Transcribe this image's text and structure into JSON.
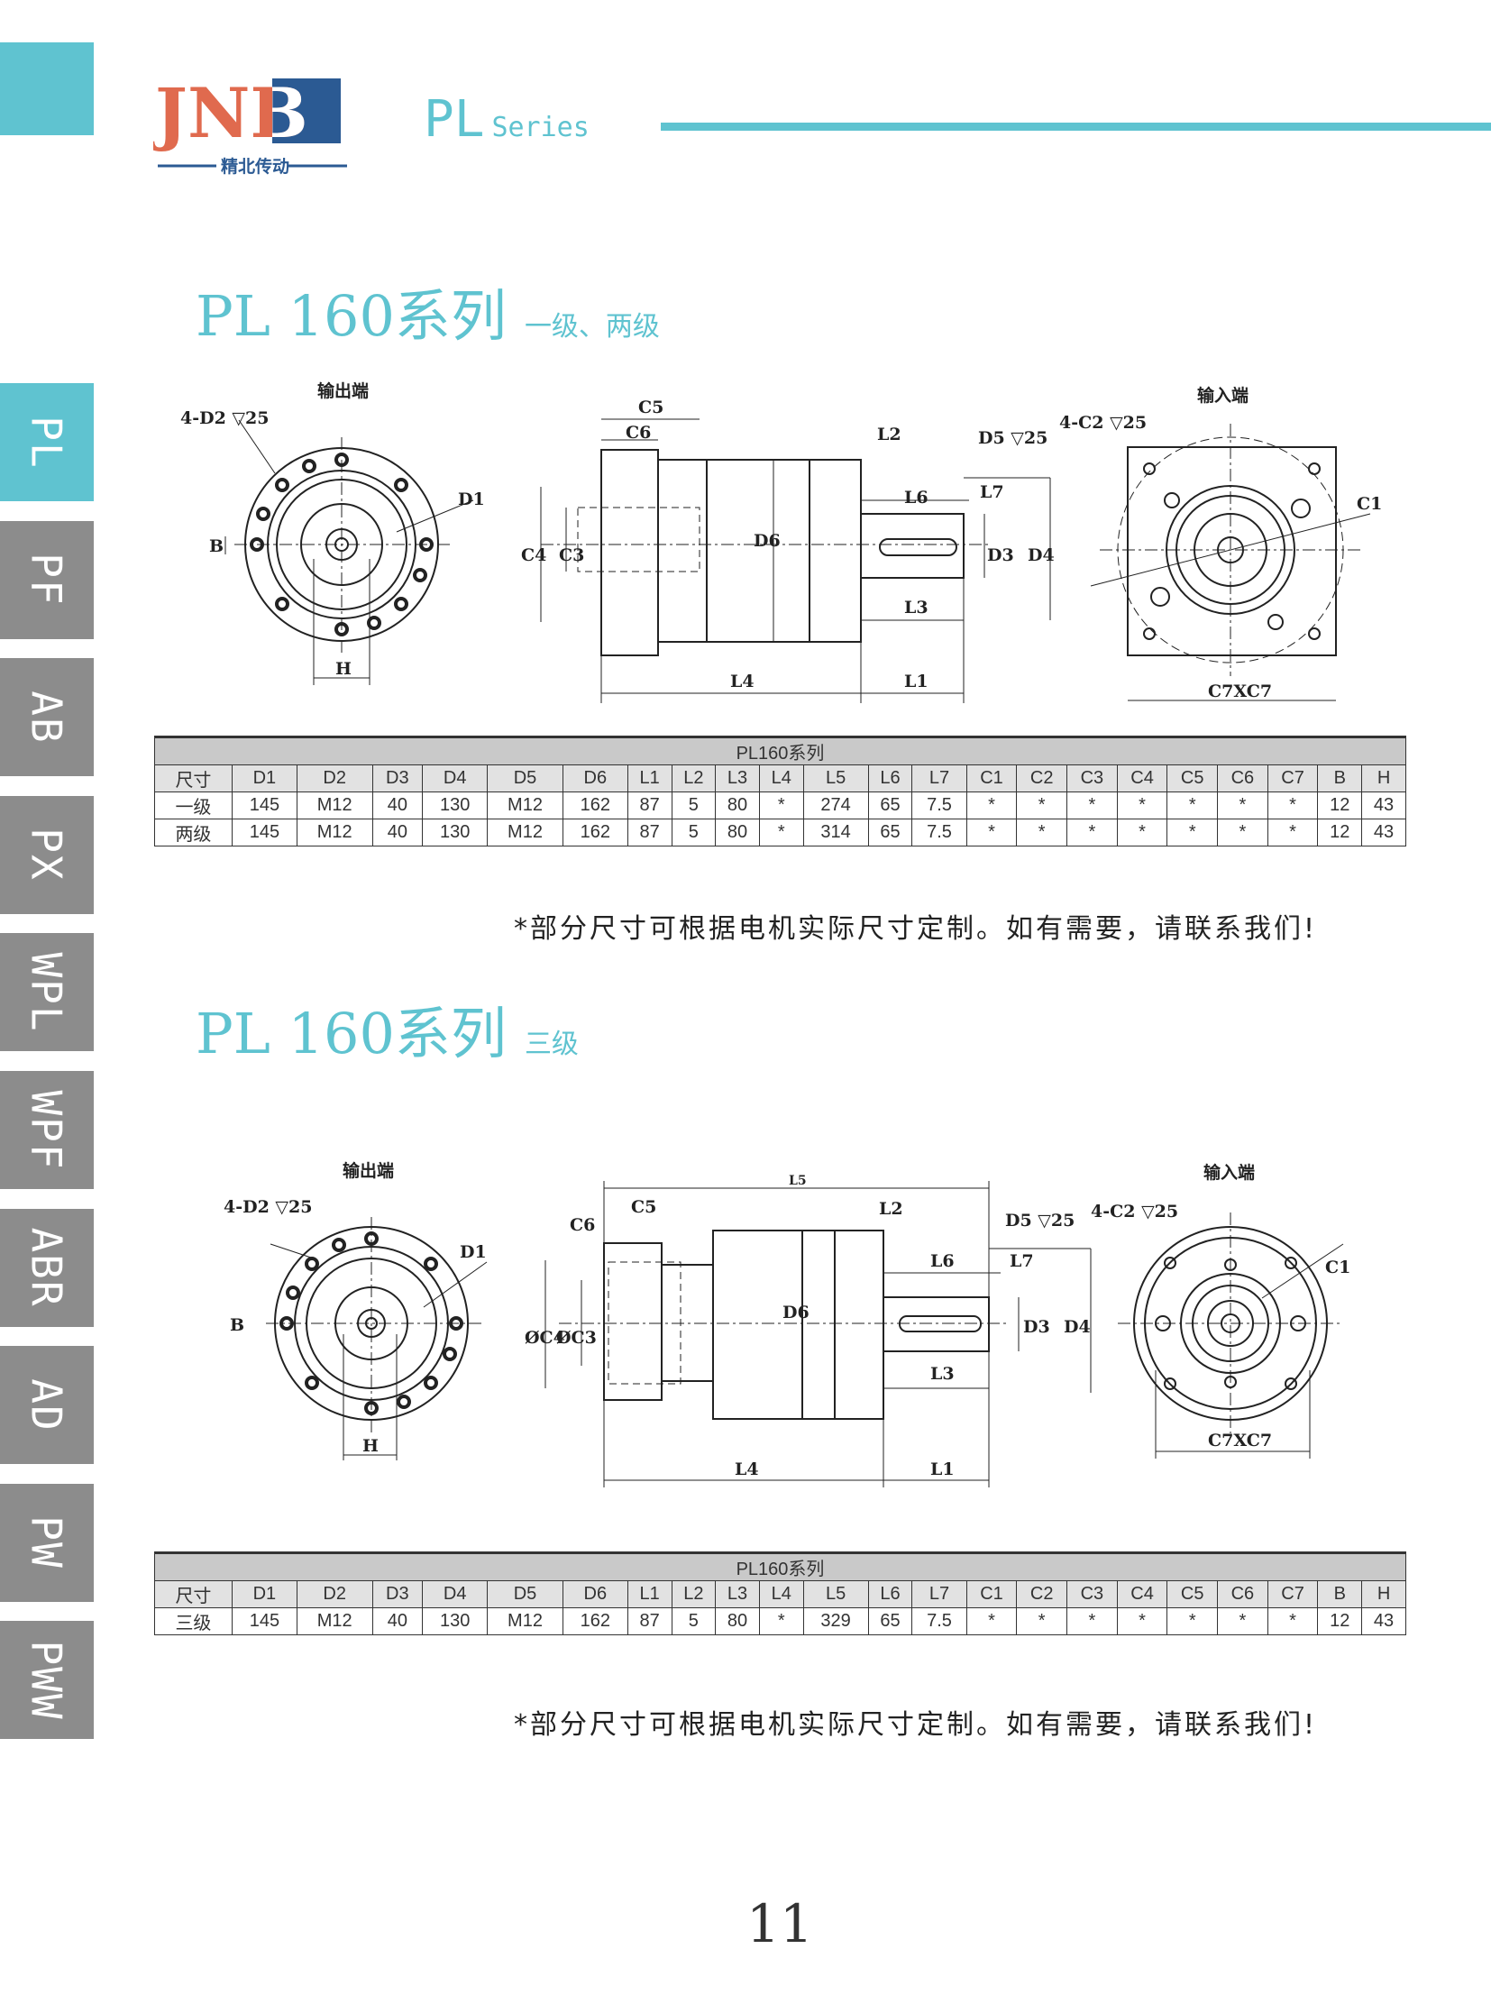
{
  "header": {
    "brand": "JNB",
    "brand_cn": "精北传动",
    "series_main": "PL",
    "series_sub": "Series",
    "accent": "#5fc3d0"
  },
  "side_tabs": [
    {
      "label": "PL",
      "active": true
    },
    {
      "label": "PF"
    },
    {
      "label": "AB"
    },
    {
      "label": "PX"
    },
    {
      "label": "WPL"
    },
    {
      "label": "WPF"
    },
    {
      "label": "ABR"
    },
    {
      "label": "AD"
    },
    {
      "label": "PW"
    },
    {
      "label": "PWW"
    }
  ],
  "section1": {
    "title": "PL 160系列",
    "subtitle": "一级、两级",
    "drawing": {
      "output_end": "输出端",
      "d2": "4-D2 ▽25",
      "d1": "D1",
      "b": "B",
      "h": "H",
      "c5": "C5",
      "c6": "C6",
      "l2": "L2",
      "d5": "D5 ▽25",
      "l6": "L6",
      "l7": "L7",
      "c4": "C4",
      "c3": "C3",
      "d6": "D6",
      "d3": "D3",
      "d4": "D4",
      "l3": "L3",
      "l4": "L4",
      "l1": "L1",
      "input_end": "输入端",
      "c2": "4-C2 ▽25",
      "c1": "C1",
      "c7": "C7XC7"
    },
    "table": {
      "caption": "PL160系列",
      "headers": [
        "尺寸",
        "D1",
        "D2",
        "D3",
        "D4",
        "D5",
        "D6",
        "L1",
        "L2",
        "L3",
        "L4",
        "L5",
        "L6",
        "L7",
        "C1",
        "C2",
        "C3",
        "C4",
        "C5",
        "C6",
        "C7",
        "B",
        "H"
      ],
      "rows": [
        [
          "一级",
          "145",
          "M12",
          "40",
          "130",
          "M12",
          "162",
          "87",
          "5",
          "80",
          "*",
          "274",
          "65",
          "7.5",
          "*",
          "*",
          "*",
          "*",
          "*",
          "*",
          "*",
          "12",
          "43"
        ],
        [
          "两级",
          "145",
          "M12",
          "40",
          "130",
          "M12",
          "162",
          "87",
          "5",
          "80",
          "*",
          "314",
          "65",
          "7.5",
          "*",
          "*",
          "*",
          "*",
          "*",
          "*",
          "*",
          "12",
          "43"
        ]
      ]
    },
    "note": "*部分尺寸可根据电机实际尺寸定制。如有需要，请联系我们!"
  },
  "section2": {
    "title": "PL 160系列",
    "subtitle": "三级",
    "drawing": {
      "output_end": "输出端",
      "d2": "4-D2 ▽25",
      "d1": "D1",
      "b": "B",
      "h": "H",
      "l5": "L5",
      "c6": "C6",
      "c5": "C5",
      "l2": "L2",
      "d5": "D5 ▽25",
      "l6": "L6",
      "l7": "L7",
      "c4": "ØC4",
      "c3": "ØC3",
      "d6": "D6",
      "d3": "D3",
      "d4": "D4",
      "l3": "L3",
      "l4": "L4",
      "l1": "L1",
      "input_end": "输入端",
      "c2": "4-C2 ▽25",
      "c1": "C1",
      "c7": "C7XC7"
    },
    "table": {
      "caption": "PL160系列",
      "headers": [
        "尺寸",
        "D1",
        "D2",
        "D3",
        "D4",
        "D5",
        "D6",
        "L1",
        "L2",
        "L3",
        "L4",
        "L5",
        "L6",
        "L7",
        "C1",
        "C2",
        "C3",
        "C4",
        "C5",
        "C6",
        "C7",
        "B",
        "H"
      ],
      "rows": [
        [
          "三级",
          "145",
          "M12",
          "40",
          "130",
          "M12",
          "162",
          "87",
          "5",
          "80",
          "*",
          "329",
          "65",
          "7.5",
          "*",
          "*",
          "*",
          "*",
          "*",
          "*",
          "*",
          "12",
          "43"
        ]
      ]
    },
    "note": "*部分尺寸可根据电机实际尺寸定制。如有需要，请联系我们!"
  },
  "page_number": "11"
}
